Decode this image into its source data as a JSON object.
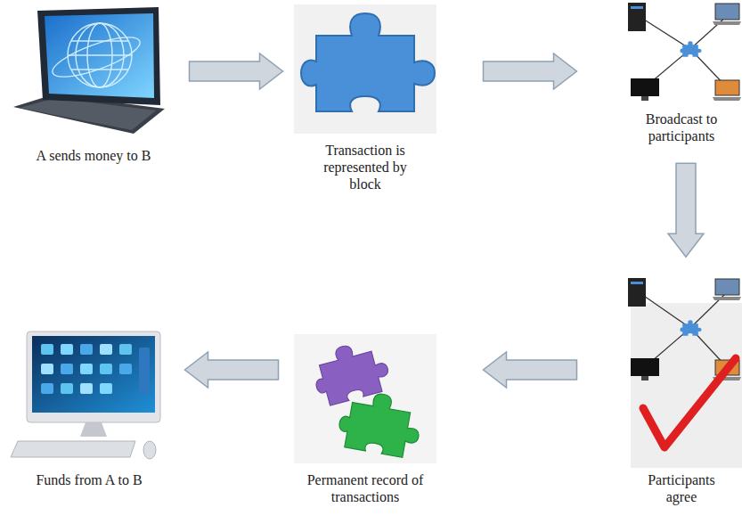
{
  "diagram": {
    "nodes": [
      {
        "text": [
          "A sends money to B"
        ]
      },
      {
        "text": [
          "Transaction is represented by block"
        ]
      },
      {
        "text": [
          "Broadcast to participants"
        ]
      },
      {
        "text": [
          "Participants agree"
        ]
      },
      {
        "text": [
          "Permanent record of transactions"
        ]
      },
      {
        "text": [
          "Funds from A to B"
        ]
      }
    ],
    "edges": [
      {
        "from": 0,
        "to": 1,
        "arrow": "to"
      },
      {
        "from": 1,
        "to": 2,
        "arrow": "to"
      },
      {
        "from": 2,
        "to": 3,
        "arrow": "to"
      },
      {
        "from": 3,
        "to": 4,
        "arrow": "to"
      },
      {
        "from": 4,
        "to": 5,
        "arrow": "to"
      }
    ]
  }
}
